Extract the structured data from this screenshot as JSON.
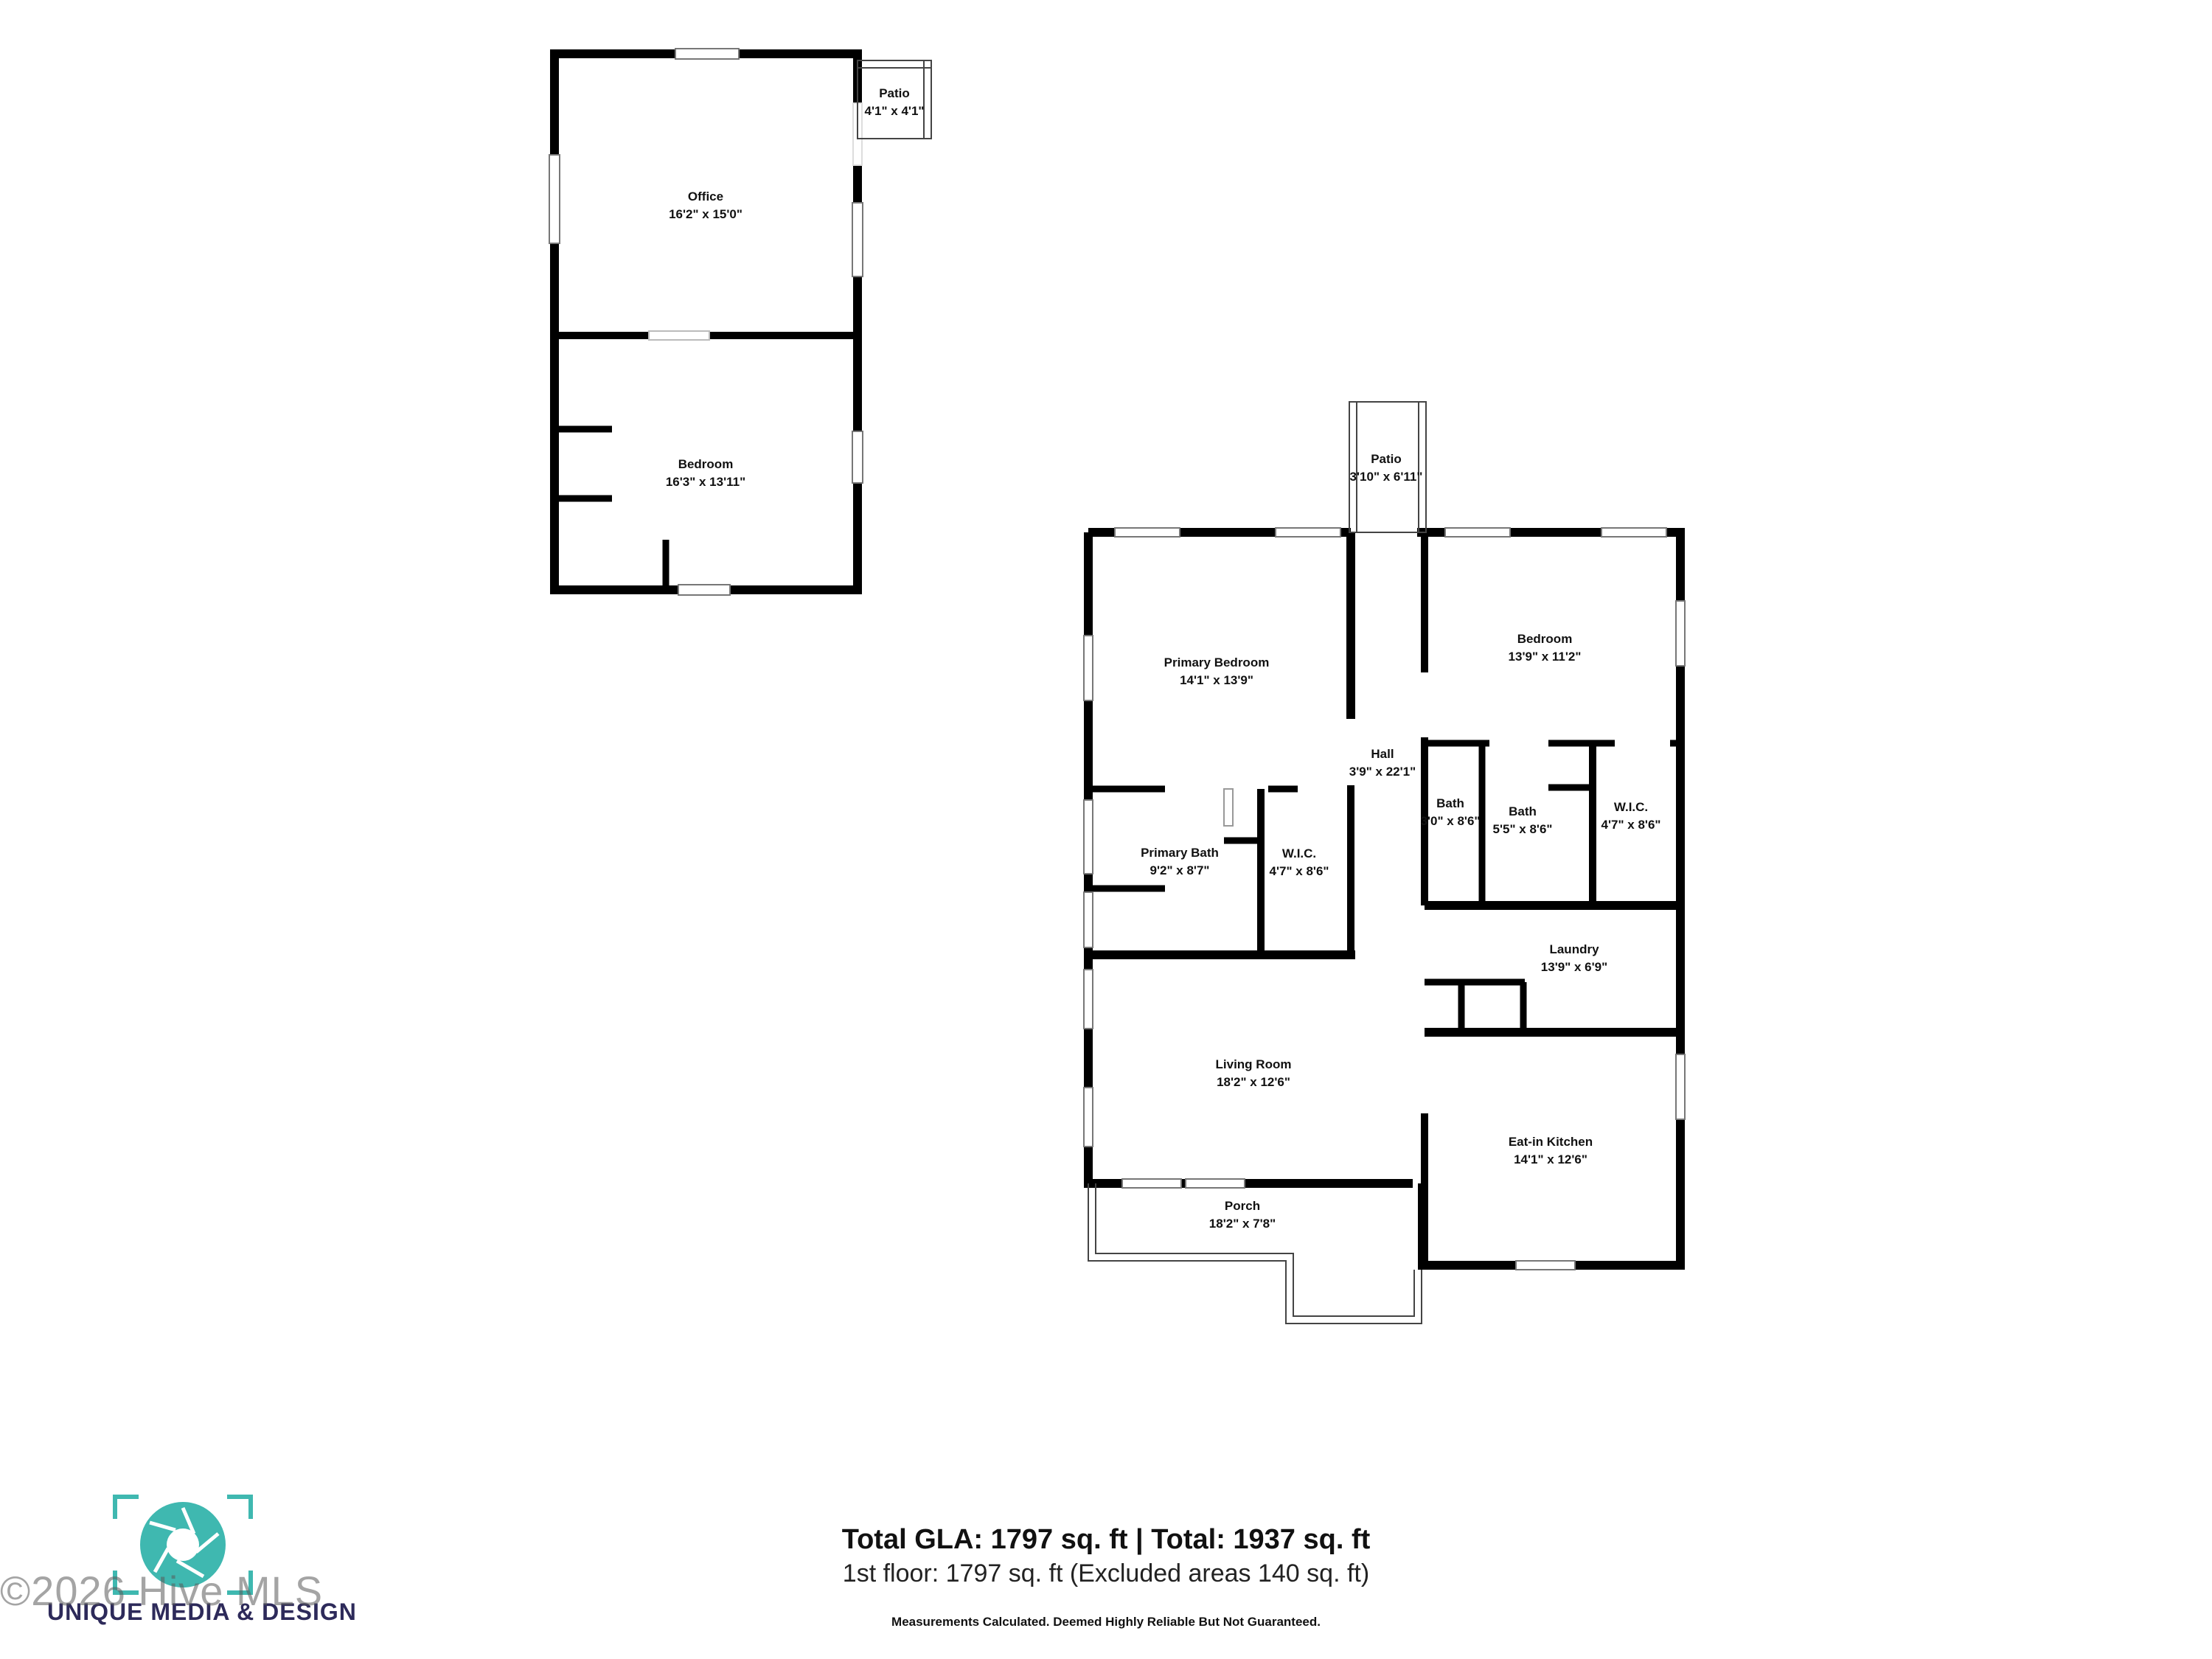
{
  "rooms": {
    "office": {
      "name": "Office",
      "dims": "16'2\" x 15'0\""
    },
    "bedroom_upper": {
      "name": "Bedroom",
      "dims": "16'3\" x 13'11\""
    },
    "patio_upper": {
      "name": "Patio",
      "dims": "4'1\" x 4'1\""
    },
    "patio_main": {
      "name": "Patio",
      "dims": "3'10\" x 6'11\""
    },
    "primary_bedroom": {
      "name": "Primary Bedroom",
      "dims": "14'1\" x 13'9\""
    },
    "bedroom": {
      "name": "Bedroom",
      "dims": "13'9\" x 11'2\""
    },
    "hall": {
      "name": "Hall",
      "dims": "3'9\" x 22'1\""
    },
    "bath_small": {
      "name": "Bath",
      "dims": "3'0\" x 8'6\""
    },
    "bath": {
      "name": "Bath",
      "dims": "5'5\" x 8'6\""
    },
    "wic_right": {
      "name": "W.I.C.",
      "dims": "4'7\" x 8'6\""
    },
    "primary_bath": {
      "name": "Primary Bath",
      "dims": "9'2\" x 8'7\""
    },
    "wic_primary": {
      "name": "W.I.C.",
      "dims": "4'7\" x 8'6\""
    },
    "laundry": {
      "name": "Laundry",
      "dims": "13'9\" x 6'9\""
    },
    "living_room": {
      "name": "Living Room",
      "dims": "18'2\" x 12'6\""
    },
    "eat_in_kitchen": {
      "name": "Eat-in Kitchen",
      "dims": "14'1\" x 12'6\""
    },
    "porch": {
      "name": "Porch",
      "dims": "18'2\" x 7'8\""
    }
  },
  "summary": {
    "total_line": "Total GLA: 1797 sq. ft | Total: 1937 sq. ft",
    "floor_line": "1st floor: 1797 sq. ft (Excluded areas 140 sq. ft)",
    "disclaimer": "Measurements Calculated. Deemed Highly Reliable But Not Guaranteed."
  },
  "branding": {
    "logo_text": "UNIQUE MEDIA & DESIGN",
    "watermark": "©2026 Hive MLS",
    "logo_color": "#3fb8b0"
  }
}
